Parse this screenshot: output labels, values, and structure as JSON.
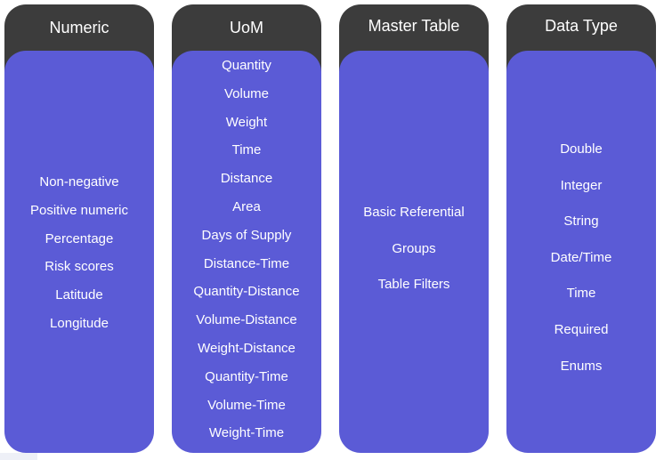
{
  "columns": [
    {
      "title": "Numeric",
      "items": [
        "Non-negative",
        "Positive numeric",
        "Percentage",
        "Risk scores",
        "Latitude",
        "Longitude"
      ]
    },
    {
      "title": "UoM",
      "items": [
        "Quantity",
        "Volume",
        "Weight",
        "Time",
        "Distance",
        "Area",
        "Days of Supply",
        "Distance-Time",
        "Quantity-Distance",
        "Volume-Distance",
        "Weight-Distance",
        "Quantity-Time",
        "Volume-Time",
        "Weight-Time"
      ]
    },
    {
      "title": "Master Table",
      "items": [
        "Basic Referential",
        "Groups",
        "Table Filters"
      ]
    },
    {
      "title": "Data Type",
      "items": [
        "Double",
        "Integer",
        "String",
        "Date/Time",
        "Time",
        "Required",
        "Enums"
      ]
    }
  ],
  "colors": {
    "header": "#3c3c3c",
    "body": "#5b5bd6",
    "text": "#ffffff"
  }
}
